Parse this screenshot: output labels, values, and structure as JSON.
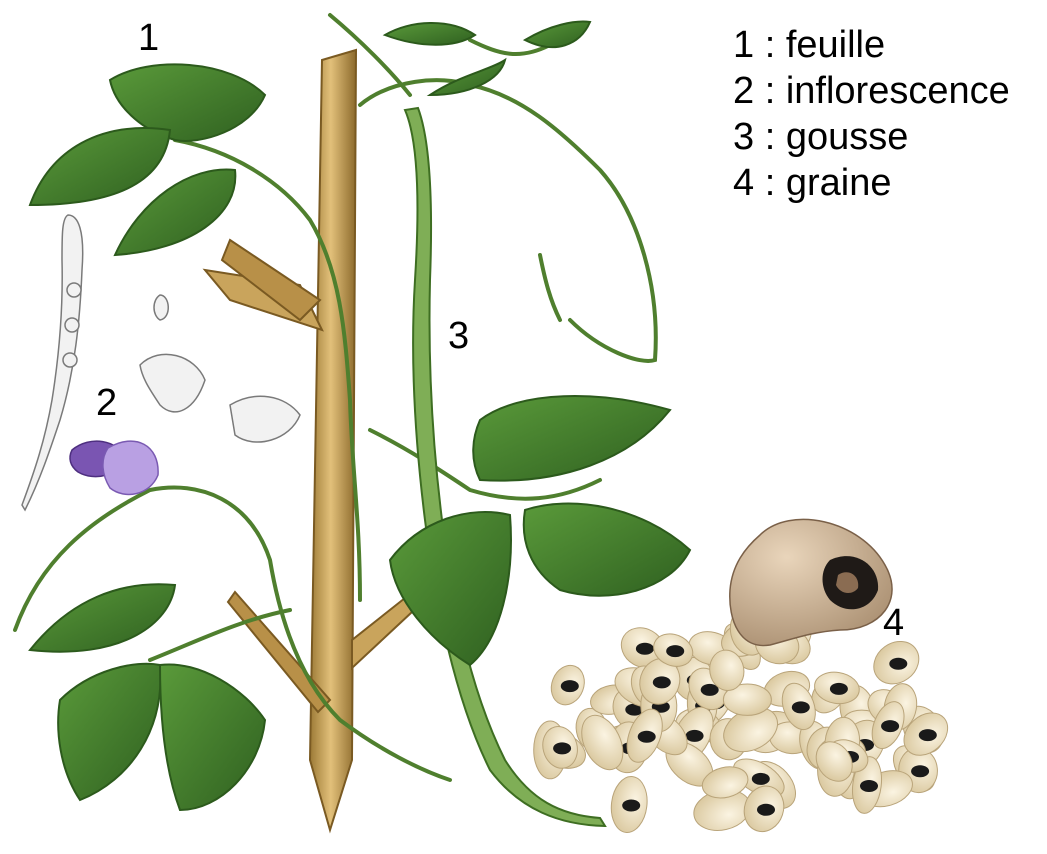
{
  "figure": {
    "callouts": {
      "c1": "1",
      "c2": "2",
      "c3": "3",
      "c4": "4"
    },
    "legend": [
      {
        "num": "1",
        "sep": " : ",
        "label": "feuille"
      },
      {
        "num": "2",
        "sep": " : ",
        "label": "inflorescence"
      },
      {
        "num": "3",
        "sep": " : ",
        "label": "gousse"
      },
      {
        "num": "4",
        "sep": " : ",
        "label": "graine"
      }
    ]
  },
  "colors": {
    "leaf": "#3f7a2c",
    "leaf_dark": "#2c5a1c",
    "stem": "#4f7f2e",
    "stake": "#c8a35a",
    "stake_dark": "#8c6a2c",
    "flower": "#9b7ad0",
    "pod": "#7fae56",
    "seed": "#efe2c2",
    "seed_eye": "#1a1a1a",
    "big_seed": "#d2b89a"
  }
}
